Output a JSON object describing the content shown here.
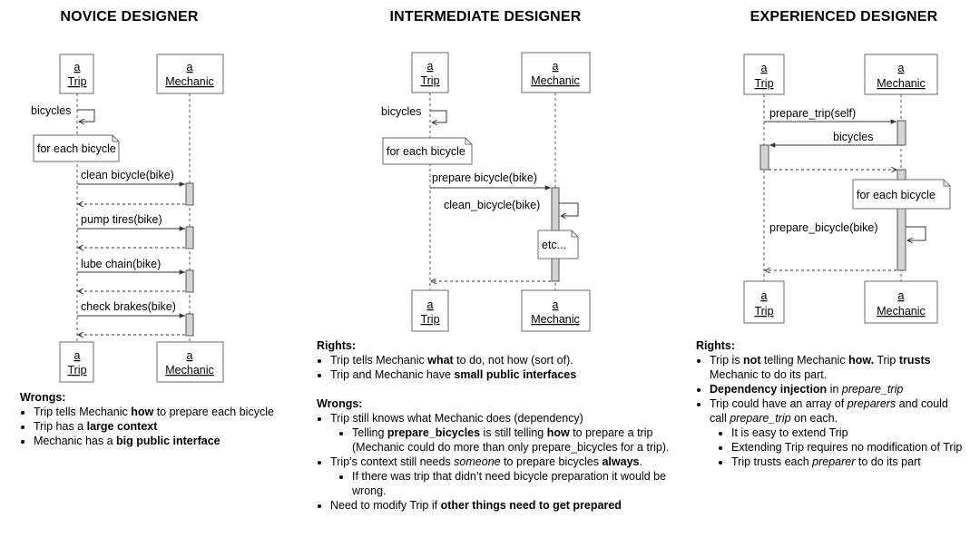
{
  "titles": {
    "novice": "NOVICE DESIGNER",
    "intermediate": "INTERMEDIATE DESIGNER",
    "experienced": "EXPERIENCED DESIGNER"
  },
  "participant": {
    "a": "a",
    "trip": "Trip",
    "mechanic": "Mechanic"
  },
  "novice": {
    "self_msg": "bicycles",
    "note": "for each bicycle",
    "messages": [
      "clean bicycle(bike)",
      "pump tires(bike)",
      "lube chain(bike)",
      "check brakes(bike)"
    ],
    "wrongs_heading": "Wrongs:",
    "wrongs": [
      [
        "Trip tells Mechanic ",
        "how",
        " to prepare each bicycle"
      ],
      [
        "Trip has a ",
        "large context",
        ""
      ],
      [
        "Mechanic has a ",
        "big public interface",
        ""
      ]
    ]
  },
  "intermediate": {
    "self_msg": "bicycles",
    "note": "for each bicycle",
    "message": "prepare bicycle(bike)",
    "inner_msg": "clean_bicycle(bike)",
    "etc": "etc...",
    "rights_heading": "Rights:",
    "rights": [
      [
        "Trip tells Mechanic ",
        "what",
        " to do, not how (sort of)."
      ],
      [
        "Trip and Mechanic have ",
        "small public interfaces",
        ""
      ]
    ],
    "wrongs_heading": "Wrongs:",
    "wrong1": "Trip still knows what Mechanic does (dependency)",
    "wrong1_sub": [
      "Telling ",
      "prepare_bicycles",
      " is still telling ",
      "how",
      " to prepare a trip (Mechanic could do more than only prepare_bicycles for a trip)."
    ],
    "wrong2": [
      "Trip’s context still needs ",
      "someone",
      " to prepare bicycles ",
      "always",
      "."
    ],
    "wrong2_sub": "If there was trip that didn’t need bicycle preparation it would be wrong.",
    "wrong3": [
      "Need to modify Trip if ",
      "other things need to get prepared",
      ""
    ]
  },
  "experienced": {
    "msg1": "prepare_trip(self)",
    "msg2": "bicycles",
    "note": "for each bicycle",
    "inner_msg": "prepare_bicycle(bike)",
    "rights_heading": "Rights:",
    "r1": [
      "Trip is ",
      "not",
      " telling Mechanic ",
      "how.",
      " Trip ",
      "trusts",
      " Mechanic to do its part."
    ],
    "r2": [
      "Dependency injection",
      " in ",
      "prepare_trip"
    ],
    "r3": [
      "Trip could have an array of ",
      "preparers",
      " and could call ",
      "prepare_trip",
      " on each."
    ],
    "r3_sub": [
      [
        "It is easy to extend Trip"
      ],
      [
        "Extending Trip requires no modification of Trip"
      ],
      [
        "Trip trusts each ",
        "preparer",
        " to do its part"
      ]
    ]
  },
  "colors": {
    "line": "#555555",
    "activation": "#d4d4d4",
    "box_border": "#6a6a6a"
  }
}
